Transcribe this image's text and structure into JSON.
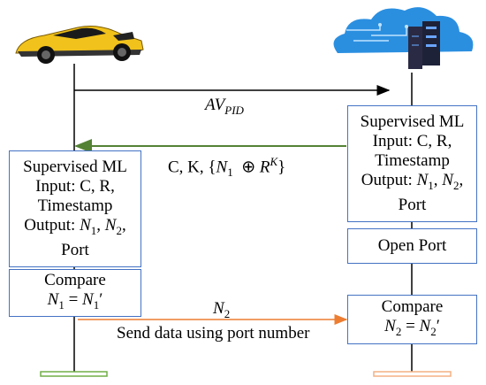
{
  "vehicle": {
    "name": "Autonomous vehicle",
    "body_color": "#f1c21b",
    "ml_box": {
      "title": "Supervised ML",
      "input": "Input: C, R,",
      "input2": "Timestamp",
      "output_prefix": "Output: ",
      "output_vars": "N1, N2,",
      "output_tail": "Port"
    },
    "compare_box": {
      "title": "Compare",
      "equation": "N1 = N1′"
    },
    "terminal_color": "#70ad47"
  },
  "server": {
    "name": "Cloud server",
    "cloud_color": "#1e88d8",
    "ml_box": {
      "title": "Supervised ML",
      "input": "Input: C, R,",
      "input2": "Timestamp",
      "output_prefix": "Output: ",
      "output_vars": "N1, N2,",
      "output_tail": "Port"
    },
    "open_port": "Open Port",
    "compare_box": {
      "title": "Compare",
      "equation": "N2 = N2′"
    },
    "terminal_color": "#f4b183"
  },
  "messages": [
    {
      "label": "AV_PID",
      "direction": "vehicle-to-server",
      "color": "#000000"
    },
    {
      "label": "C, K, {N1 ⊕ R^K}",
      "direction": "server-to-vehicle",
      "color": "#548235"
    },
    {
      "label": "N2",
      "sub_label": "Send data using port number",
      "direction": "vehicle-to-server",
      "color": "#ed7d31"
    }
  ]
}
